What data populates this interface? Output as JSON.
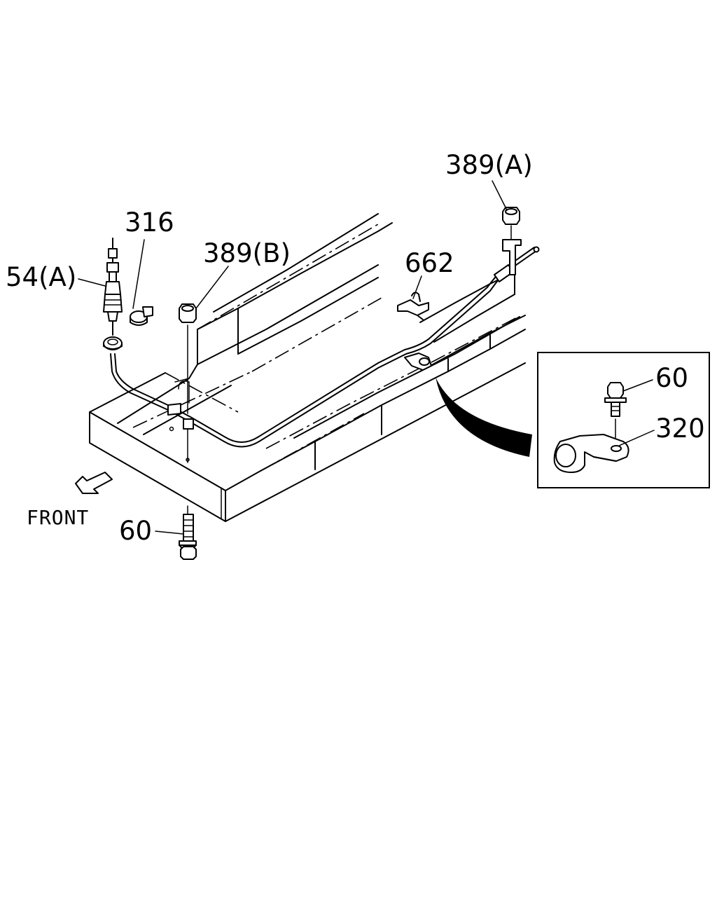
{
  "labels": {
    "part_54a": "54(A)",
    "part_316": "316",
    "part_389b": "389(B)",
    "part_389a": "389(A)",
    "part_662": "662",
    "part_60_detail": "60",
    "part_320": "320",
    "part_60_bottom": "60",
    "front": "FRONT"
  },
  "icons": {
    "front_arrow": "arrow-down-left-icon"
  },
  "colors": {
    "line": "#000000",
    "background": "#ffffff"
  }
}
